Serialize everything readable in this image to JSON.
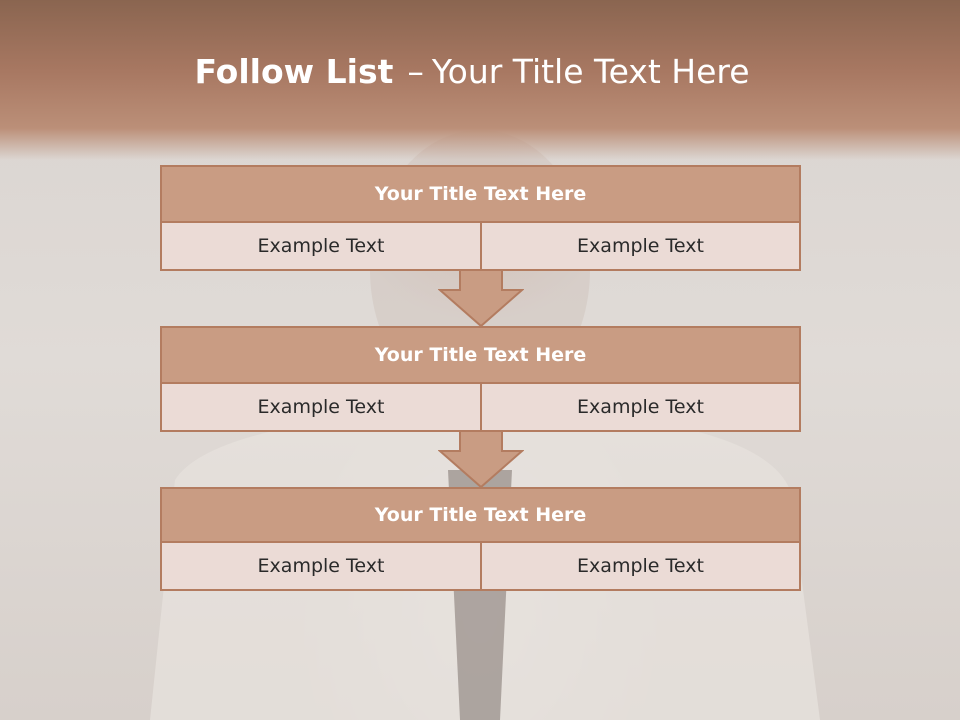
{
  "slide": {
    "title_bold": "Follow List",
    "title_dash": "–",
    "title_rest": "Your Title Text Here"
  },
  "blocks": [
    {
      "title": "Your Title Text Here",
      "left": "Example Text",
      "right": "Example Text"
    },
    {
      "title": "Your Title Text Here",
      "left": "Example Text",
      "right": "Example Text"
    },
    {
      "title": "Your Title Text Here",
      "left": "Example Text",
      "right": "Example Text"
    }
  ],
  "colors": {
    "header": "#a87862",
    "block_title_fill": "#c99c83",
    "block_cell_fill": "#ebdbd6",
    "border": "#b37c60"
  }
}
